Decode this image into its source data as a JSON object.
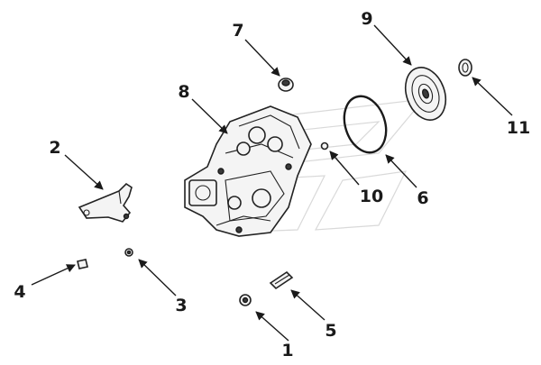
{
  "diagram": {
    "callouts": [
      "1",
      "2",
      "3",
      "4",
      "5",
      "6",
      "7",
      "8",
      "9",
      "10",
      "11"
    ]
  },
  "colors": {
    "line": "#1a1a1a",
    "background": "#ffffff",
    "watermark": "#d9d9d9"
  }
}
